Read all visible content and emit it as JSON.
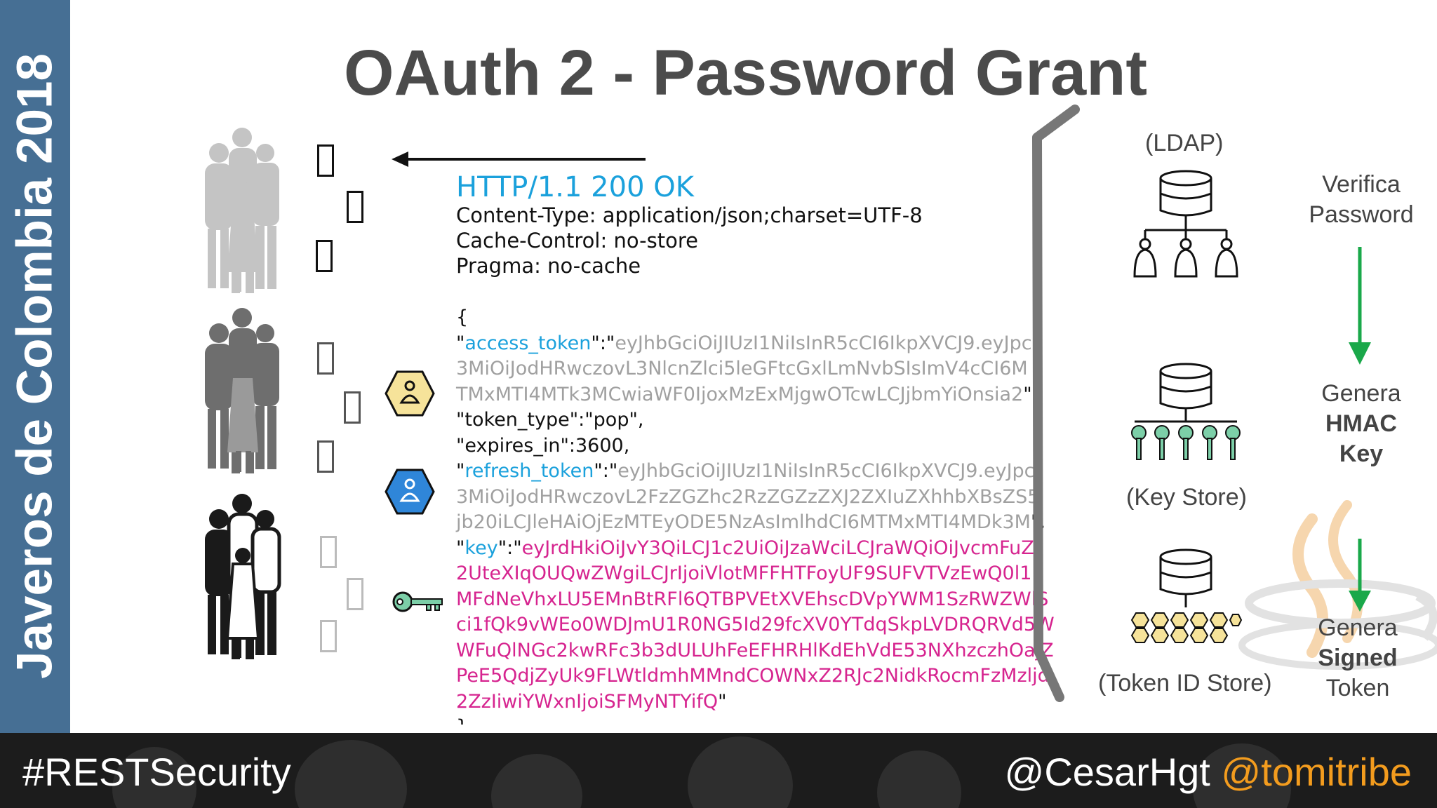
{
  "sidebar": {
    "text": "Javeros de Colombia 2018"
  },
  "slide": {
    "title": "OAuth 2 - Password Grant"
  },
  "response": {
    "status_line": "HTTP/1.1 200 OK",
    "headers": [
      "Content-Type: application/json;charset=UTF-8",
      "Cache-Control: no-store",
      "Pragma: no-cache"
    ],
    "body_open": "{",
    "lines": {
      "l1_q1": "\"",
      "l1_key": "access_token",
      "l1_sep": "\":\"",
      "l1_val": "eyJhbGciOiJIUzI1NiIsInR5cCI6IkpXVCJ9.eyJpc",
      "l2": "3MiOiJodHRwczovL3NlcnZlci5leGFtcGxlLmNvbSIsImV4cCI6M",
      "l3_val": "TMxMTI4MTk3MCwiaWF0IjoxMzExMjgwOTcwLCJjbmYiOnsia2",
      "l3_end": "\",",
      "l4": "\"token_type\":\"pop\",",
      "l5": "\"expires_in\":3600,",
      "l6_q1": "\"",
      "l6_key": "refresh_token",
      "l6_sep": "\":\"",
      "l6_val": "eyJhbGciOiJIUzI1NiIsInR5cCI6IkpXVCJ9.eyJpc",
      "l7": "3MiOiJodHRwczovL2FzZGZhc2RzZGZzZXJ2ZXIuZXhhbXBsZS5",
      "l8_val": "jb20iLCJleHAiOjEzMTEyODE5NzAsImlhdCI6MTMxMTI4MDk3M",
      "l8_end": "\",",
      "l9_q1": "\"",
      "l9_key": "key",
      "l9_sep": "\":\"",
      "l9_val": "eyJrdHkiOiJvY3QiLCJ1c2UiOiJzaWciLCJraWQiOiJvcmFuZ",
      "l10": "2UteXIqOUQwZWgiLCJrIjoiVlotMFFHTFoyUF9SUFVTVzEwQ0l1",
      "l11": "MFdNeVhxLU5EMnBtRFl6QTBPVEtXVEhscDVpYWM1SzRWZWlS",
      "l12": "ci1fQk9vWEo0WDJmU1R0NG5Id29fcXV0YTdqSkpLVDRQRVd5W",
      "l13": "WFuQlNGc2kwRFc3b3dULUhFeEFHRHlKdEhVdE53NXhzczhOajZ",
      "l14": "PeE5QdjZyUk9FLWtldmhMMndCOWNxZ2RJc2NidkRocmFzMzljd",
      "l15_val": "2ZzIiwiYWxnIjoiSFMyNTYifQ",
      "l15_end": "\"",
      "close": "}"
    }
  },
  "stores": {
    "ldap": "(LDAP)",
    "key_store": "(Key Store)",
    "token_id_store": "(Token ID Store)"
  },
  "steps": {
    "s1_line1": "Verifica",
    "s1_line2": "Password",
    "s2_line1": "Genera",
    "s2_line2": "HMAC",
    "s2_line3": "Key",
    "s3_line1": "Genera",
    "s3_line2": "Signed",
    "s3_line3": "Token"
  },
  "footer": {
    "hashtag": "#RESTSecurity",
    "handle1": "@CesarHgt",
    "handle2": "@tomitribe"
  },
  "colors": {
    "sidebar": "#466f94",
    "http_blue": "#1ba1dc",
    "token_gray": "#a0a0a0",
    "key_pink": "#d6248f",
    "arrow_green": "#1aa84a",
    "handle_orange": "#f39c1e"
  },
  "icons": {
    "people": "family-group-icon",
    "user_yellow": "user-badge-yellow-icon",
    "user_blue": "user-badge-blue-icon",
    "key": "key-icon",
    "ldap": "ldap-directory-icon",
    "keystore": "key-store-database-icon",
    "tokenstore": "token-store-database-icon",
    "java": "java-cup-logo"
  }
}
